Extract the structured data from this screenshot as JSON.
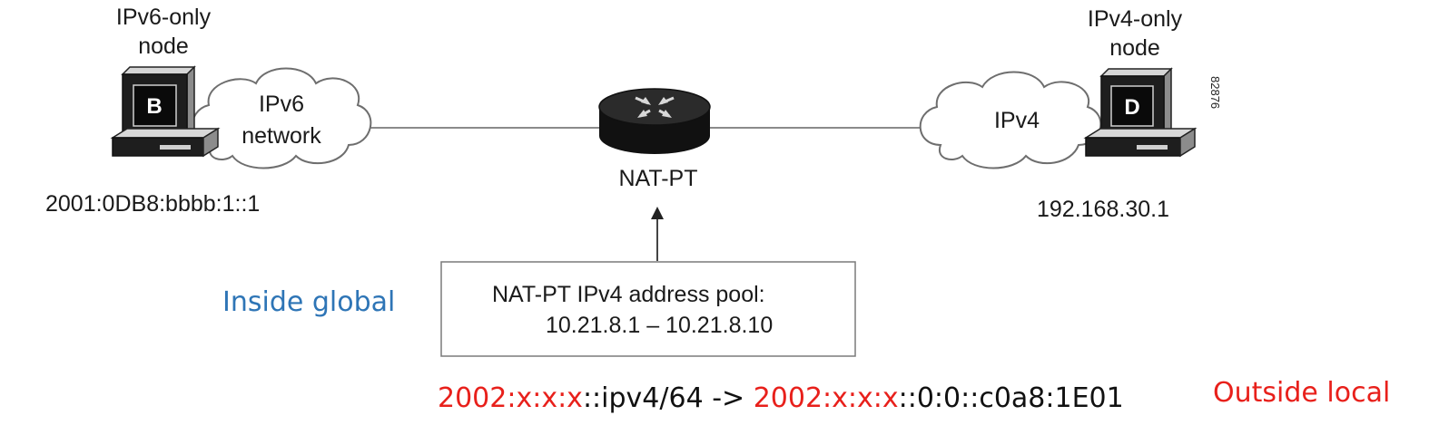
{
  "nodes": {
    "ipv6_node": {
      "label_line1": "IPv6-only",
      "label_line2": "node",
      "letter": "B",
      "address": "2001:0DB8:bbbb:1::1"
    },
    "ipv4_node": {
      "label_line1": "IPv4-only",
      "label_line2": "node",
      "letter": "D",
      "address": "192.168.30.1"
    }
  },
  "clouds": {
    "ipv6_line1": "IPv6",
    "ipv6_line2": "network",
    "ipv4": "IPv4"
  },
  "router": {
    "label": "NAT-PT"
  },
  "pool_box": {
    "line1": "NAT-PT IPv4 address pool:",
    "line2": "10.21.8.1 – 10.21.8.10"
  },
  "figure_id": "82876",
  "annotations": {
    "inside_global": "Inside global",
    "outside_local": "Outside local",
    "mapping": {
      "prefix1": "2002:x:x:x",
      "mid1": "::ipv4/64 -> ",
      "prefix2": "2002:x:x:x",
      "mid2": "::0:0::c0a8:1E01"
    }
  },
  "colors": {
    "inside_global": "#2e75b6",
    "outside_local": "#e8201b",
    "prefix": "#e8201b",
    "mapping_text": "#111111",
    "line": "#7a7a7a"
  }
}
